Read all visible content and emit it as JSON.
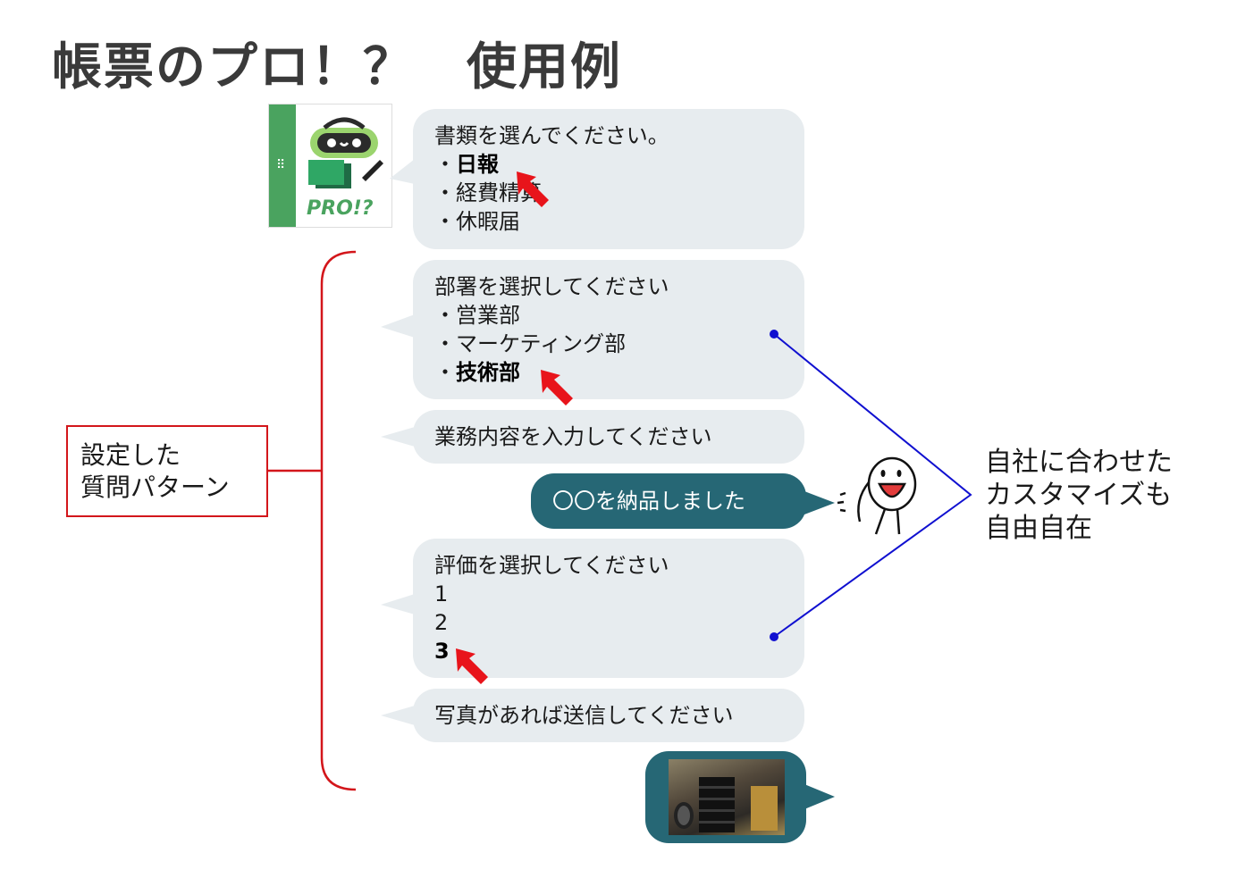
{
  "title": "帳票のプロ！？　使用例",
  "logo": {
    "text": "PRO!?"
  },
  "bubbles": {
    "b1": {
      "prompt": "書類を選んでください。",
      "options": [
        "・",
        "日報",
        "・経費精算",
        "・休暇届"
      ]
    },
    "b2": {
      "prompt": "部署を選択してください",
      "options": [
        "・営業部",
        "・マーケティング部",
        "・",
        "技術部"
      ]
    },
    "b3": {
      "prompt": "業務内容を入力してください"
    },
    "reply": {
      "text": "〇〇を納品しました"
    },
    "b4": {
      "prompt": "評価を選択してください",
      "options": [
        "1",
        "2",
        "3"
      ]
    },
    "b5": {
      "prompt": "写真があれば送信してください"
    }
  },
  "left_label": {
    "line1": "設定した",
    "line2": "質問パターン"
  },
  "right_label": {
    "line1": "自社に合わせた",
    "line2": "カスタマイズも",
    "line3": "自由自在"
  },
  "colors": {
    "bubble_bg": "#e7ecef",
    "reply_bg": "#266775",
    "bracket_red": "#d3161b",
    "connector_blue": "#1010d0",
    "arrow_red": "#e8141b",
    "logo_green": "#4aa35f"
  }
}
